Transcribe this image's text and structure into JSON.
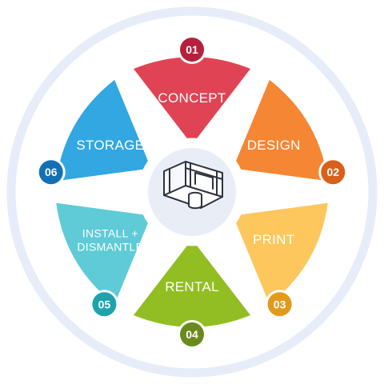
{
  "diagram": {
    "center": {
      "icon": "exhibition-booth-icon"
    },
    "segments": [
      {
        "id": "concept",
        "number": "01",
        "lines": [
          "CONCEPT"
        ],
        "color": "#e04454",
        "badge_color": "#b81f3c"
      },
      {
        "id": "design",
        "number": "02",
        "lines": [
          "DESIGN"
        ],
        "color": "#f58634",
        "badge_color": "#d8601a"
      },
      {
        "id": "print",
        "number": "03",
        "lines": [
          "PRINT"
        ],
        "color": "#fdc75e",
        "badge_color": "#e19a1c"
      },
      {
        "id": "rental",
        "number": "04",
        "lines": [
          "RENTAL"
        ],
        "color": "#92be23",
        "badge_color": "#6a8a1e"
      },
      {
        "id": "install",
        "number": "05",
        "lines": [
          "INSTALL +",
          "DISMANTLE"
        ],
        "color": "#5ecbd6",
        "badge_color": "#1ea3ad"
      },
      {
        "id": "storage",
        "number": "06",
        "lines": [
          "STORAGE"
        ],
        "color": "#32a7e1",
        "badge_color": "#1470b5"
      }
    ],
    "colors": {
      "outer_ring": "#e6ecf8",
      "center_fill": "#ffffff",
      "center_inner": "#e9edf6",
      "icon_stroke": "#2f3240"
    }
  }
}
